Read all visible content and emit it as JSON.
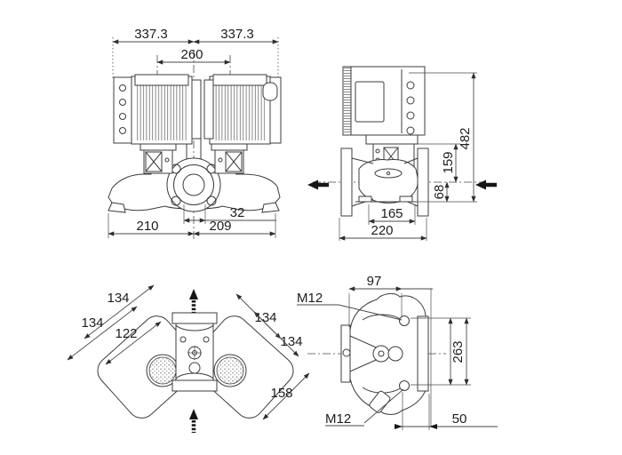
{
  "page": {
    "background": "#ffffff",
    "line_color": "#3c3c3c"
  },
  "views": {
    "front": {
      "dimensions": {
        "overall_left": "337.3",
        "overall_right": "337.3",
        "motor_spacing": "260",
        "port_offset": "32",
        "base_left": "210",
        "base_right": "209"
      }
    },
    "side": {
      "dimensions": {
        "overall_height": "482",
        "motor_to_center": "159",
        "center_to_base": "68",
        "inner_width": "165",
        "port_to_port": "220"
      }
    },
    "top": {
      "dimensions": {
        "left_outer": "134",
        "left_overall": "134",
        "left_inner": "122",
        "right_outer": "134",
        "right_overall": "134",
        "right_diagonal": "158"
      }
    },
    "end": {
      "dimensions": {
        "top_width": "97",
        "thread_top": "M12",
        "thread_bottom": "M12",
        "bolt_spacing": "263",
        "foot_offset": "50"
      }
    }
  }
}
